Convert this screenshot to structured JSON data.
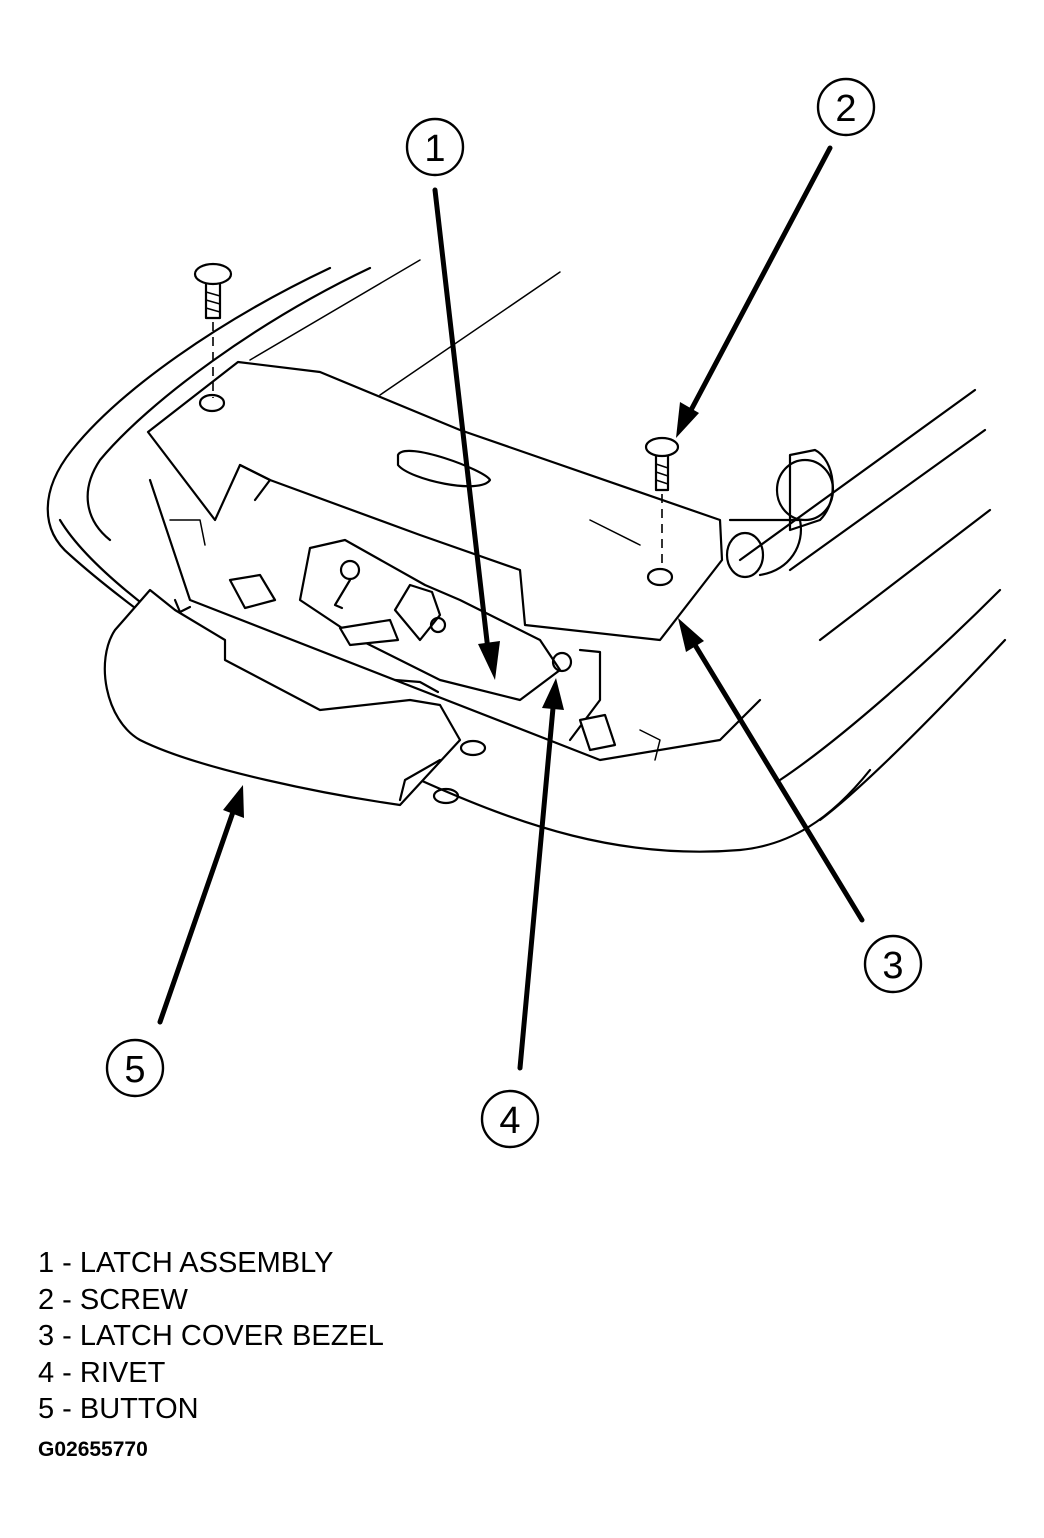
{
  "callouts": [
    {
      "number": "1"
    },
    {
      "number": "2"
    },
    {
      "number": "3"
    },
    {
      "number": "4"
    },
    {
      "number": "5"
    }
  ],
  "legend": [
    {
      "text": "1 - LATCH ASSEMBLY"
    },
    {
      "text": "2 - SCREW"
    },
    {
      "text": "3 - LATCH COVER BEZEL"
    },
    {
      "text": "4 - RIVET"
    },
    {
      "text": "5 - BUTTON"
    }
  ],
  "figure_id": "G02655770"
}
